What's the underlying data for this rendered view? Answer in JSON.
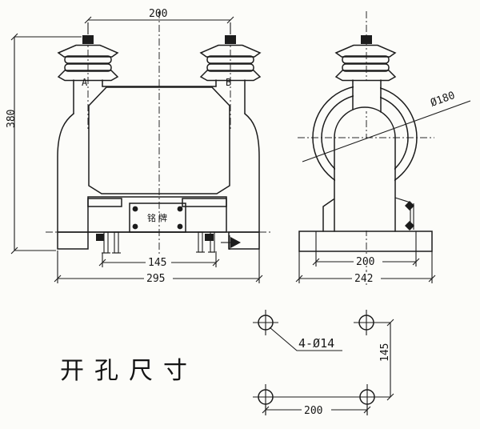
{
  "front_view": {
    "dim_top_width": "200",
    "dim_left_height": "380",
    "terminal_a_label": "A",
    "terminal_b_label": "B",
    "nameplate_label": "铭牌",
    "dim_mounting_feet": "145",
    "dim_base_width": "295"
  },
  "side_view": {
    "dim_ring_diameter": "Ø180",
    "dim_base_inner": "200",
    "dim_base_outer": "242"
  },
  "hole_layout": {
    "caption": "开孔尺寸",
    "holes_label": "4-Ø14",
    "dim_height": "145",
    "dim_width": "200"
  },
  "colors": {
    "ink": "#1c1c1c",
    "paper": "#fcfcf9"
  }
}
